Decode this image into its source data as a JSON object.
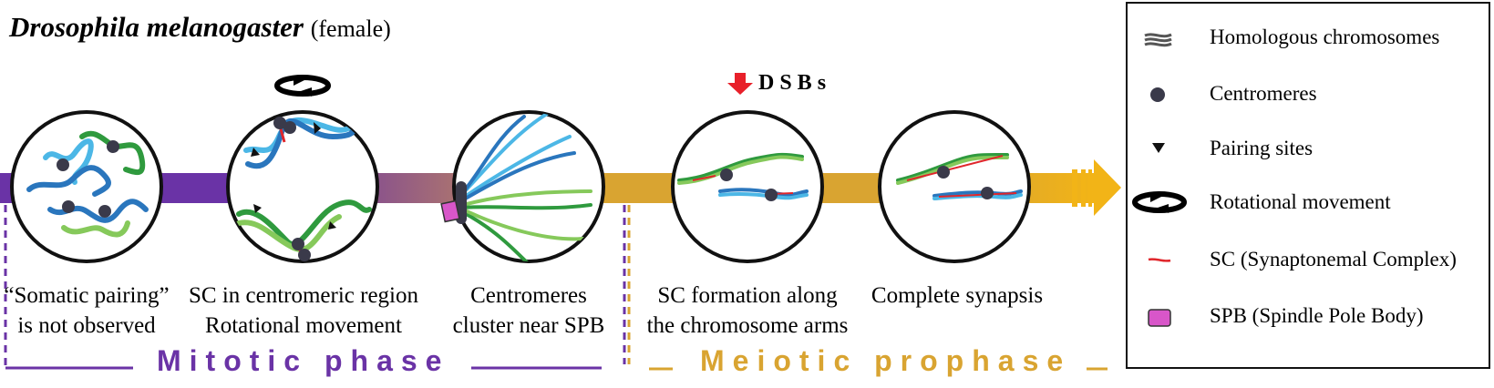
{
  "title": {
    "species": "Drosophila melanogaster",
    "sex": "(female)"
  },
  "colors": {
    "mitotic": "#6a33a6",
    "meiotic": "#d9a431",
    "arrow_end": "#f2b417",
    "chr_dark_blue": "#2a76bd",
    "chr_light_blue": "#4cb7e6",
    "chr_green": "#2f9a3e",
    "chr_light_green": "#86c95b",
    "centromere": "#3a3a4a",
    "sc_red": "#e0262b",
    "spb": "#d856c9",
    "dsb_arrow": "#e8202a"
  },
  "dsbs_label": "DSBs",
  "stages": [
    {
      "caption_line1": "“Somatic pairing”",
      "caption_line2": "is not observed"
    },
    {
      "caption_line1": "SC in centromeric region",
      "caption_line2": "Rotational movement"
    },
    {
      "caption_line1": "Centromeres",
      "caption_line2": "cluster near SPB"
    },
    {
      "caption_line1": "SC formation along",
      "caption_line2": "the chromosome arms"
    },
    {
      "caption_line1": "Complete synapsis",
      "caption_line2": ""
    }
  ],
  "phases": {
    "mitotic": "Mitotic phase",
    "meiotic": "Meiotic prophase"
  },
  "legend": [
    {
      "label": "Homologous chromosomes",
      "icon": "chromosome-icon"
    },
    {
      "label": "Centromeres",
      "icon": "centromere-icon"
    },
    {
      "label": "Pairing sites",
      "icon": "pairing-site-icon"
    },
    {
      "label": "Rotational movement",
      "icon": "rotation-icon"
    },
    {
      "label": "SC (Synaptonemal Complex)",
      "icon": "sc-icon"
    },
    {
      "label": "SPB (Spindle Pole Body)",
      "icon": "spb-icon"
    }
  ]
}
